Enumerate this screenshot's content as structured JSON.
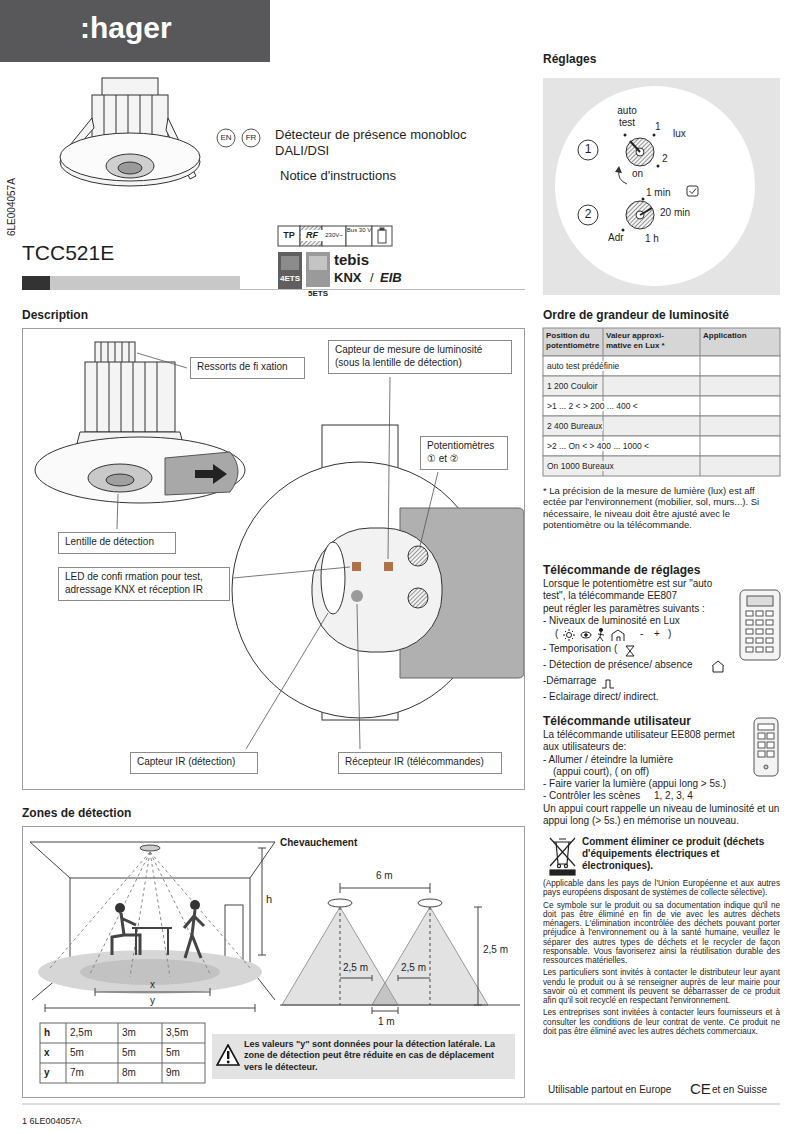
{
  "diagram": {
    "nodes": [
      {
        "text": [
          "Description"
        ]
      },
      {
        "text": [
          "Ressorts de fi xation"
        ],
        "in": 0
      },
      {
        "text": [
          "Capteur de mesure de luminosité (sous la lentille de détection)"
        ],
        "in": 0
      },
      {
        "text": [
          "Potentiomètres ① et ②"
        ],
        "in": 0
      },
      {
        "text": [
          "Lentille de détection"
        ],
        "in": 0
      },
      {
        "text": [
          "LED de confi rmation pour test, adressage KNX et réception IR"
        ],
        "in": 0
      },
      {
        "text": [
          "Capteur IR (détection)"
        ],
        "in": 0
      },
      {
        "text": [
          "Récepteur IR (télécommandes)"
        ],
        "in": 0
      },
      {
        "text": [
          "Zones de détection"
        ]
      },
      {
        "text": [
          "Les valeurs \"y\" sont données pour la détection latérale. La zone de détection peut être réduite en cas de déplacement vers le détecteur."
        ],
        "in": 8
      }
    ],
    "labels": [
      ":hager",
      "6LE004057A",
      "EN",
      "FR",
      "Détecteur de présence monobloc DALI/DSI",
      "Notice d'instructions",
      "TCC521E",
      "TP",
      "RF",
      "230V~",
      "Bus 30 V",
      "4ETS",
      "5ETS",
      "tebis",
      "KNX",
      "/",
      "EIB",
      "Réglages",
      "1",
      "auto test",
      "1",
      "lux",
      "2",
      "on",
      "2",
      "1 min",
      "20 min",
      "Adr",
      "1 h",
      "Ordre de grandeur de luminosité",
      "Position du potentiomètre",
      "Valeur approxi- mative en Lux *",
      "Application",
      "auto test prédéfinie",
      "1 200 Couloir",
      ">1 ... 2 < > 200 ... 400 <",
      "2 400 Bureaux",
      ">2 ... On < > 400 ... 1000 <",
      "On 1000 Bureaux",
      "* La précision de la mesure de lumière (lux) est aff ectée par l'environnement (mobilier, sol, murs...). Si nécessaire, le niveau doit être ajusté avec le potentiomètre ou la télécommande.",
      "Télécommande de réglages",
      "Lorsque le potentiomètre est sur \"auto test\", la télécommande EE807",
      "peut régler les paramètres suivants :",
      "- Niveaux de luminosité en Lux",
      "(",
      "-",
      "+",
      ")",
      "- Temporisation (",
      "- Détection de présence/ absence",
      "-Démarrage",
      "- Eclairage direct/ indirect.",
      "Télécommande utilisateur",
      "La télécommande utilisateur EE808 permet aux utilisateurs de:",
      "- Allumer / éteindre la lumière",
      "(appui court), ( on off)",
      "- Faire varier la lumière (appui long > 5s.)",
      "- Contrôler les scènes",
      "1, 2, 3, 4",
      "Un appui court rappelle un niveau de luminosité et un appui long (> 5s.) en mémorise un nouveau.",
      "Comment éliminer ce produit (déchets d'équipements électriques et électroniques).",
      "(Applicable dans les pays de l'Union Européenne et aux autres pays européens disposant de systèmes de collecte sélective).",
      "Ce symbole sur le produit ou sa documentation indique qu'il ne doit pas être éliminé en fin de vie avec les autres déchets ménagers. L'élimination incontrôlée des déchets pouvant porter préjudice à l'environnement ou à la santé humaine, veuillez le séparer des autres types de déchets et le recycler de façon responsable. Vous favoriserez ainsi la réutilisation durable des ressources matérielles.",
      "Les particuliers sont invités à contacter le distributeur leur ayant vendu le produit ou à se renseigner auprès de leur mairie pour savoir où et comment ils peuvent se débarrasser de ce produit afin qu'il soit recyclé en respectant l'environnement.",
      "Les entreprises sont invitées à contacter leurs fournisseurs et à consulter les conditions de leur contrat de vente. Ce produit ne doit pas être éliminé avec les autres déchets commerciaux.",
      "Utilisable partout en Europe",
      "CE",
      "et en Suisse",
      "1 6LE004057A",
      "h",
      "x",
      "y",
      "h",
      "2,5m",
      "3m",
      "3,5m",
      "x",
      "5m",
      "5m",
      "5m",
      "y",
      "7m",
      "8m",
      "9m",
      "Chevauchement",
      "6 m",
      "2,5 m",
      "2,5 m",
      "2,5 m",
      "1 m"
    ]
  }
}
